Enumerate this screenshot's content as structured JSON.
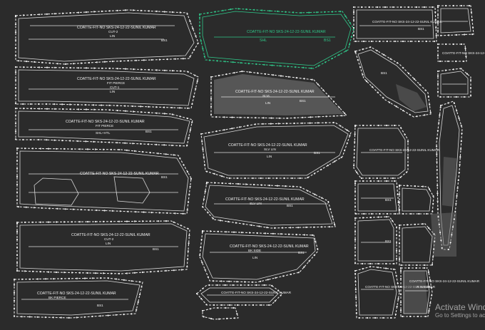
{
  "labels": {
    "title_a": "COATTE-FIT-NO SKS-24-12-22-SUNIL KUMAR",
    "title_b": "COATTE-FIT-NO SKS-24-12-22-SUNIL KUMAR",
    "bs1": "BS1",
    "cut2": "CUT-2",
    "cut1": "CUT-1",
    "bk_pierce": "BK PIERCE",
    "lin": "LIN",
    "shl": "SHL",
    "shl_htl": "SHL+HTL",
    "slvl": "SLVL",
    "fit_pierce": "FIT PIERCE",
    "bk_side": "BK SIDE",
    "slv_lin": "SLV LIN",
    "rinside": "R INSIDE"
  },
  "watermark": {
    "line1": "Activate Windo",
    "line2": "Go to Settings to activ"
  },
  "colors": {
    "background": "#2b2b2b",
    "piece": "#e8e8e8",
    "selected": "#2fc98a"
  }
}
